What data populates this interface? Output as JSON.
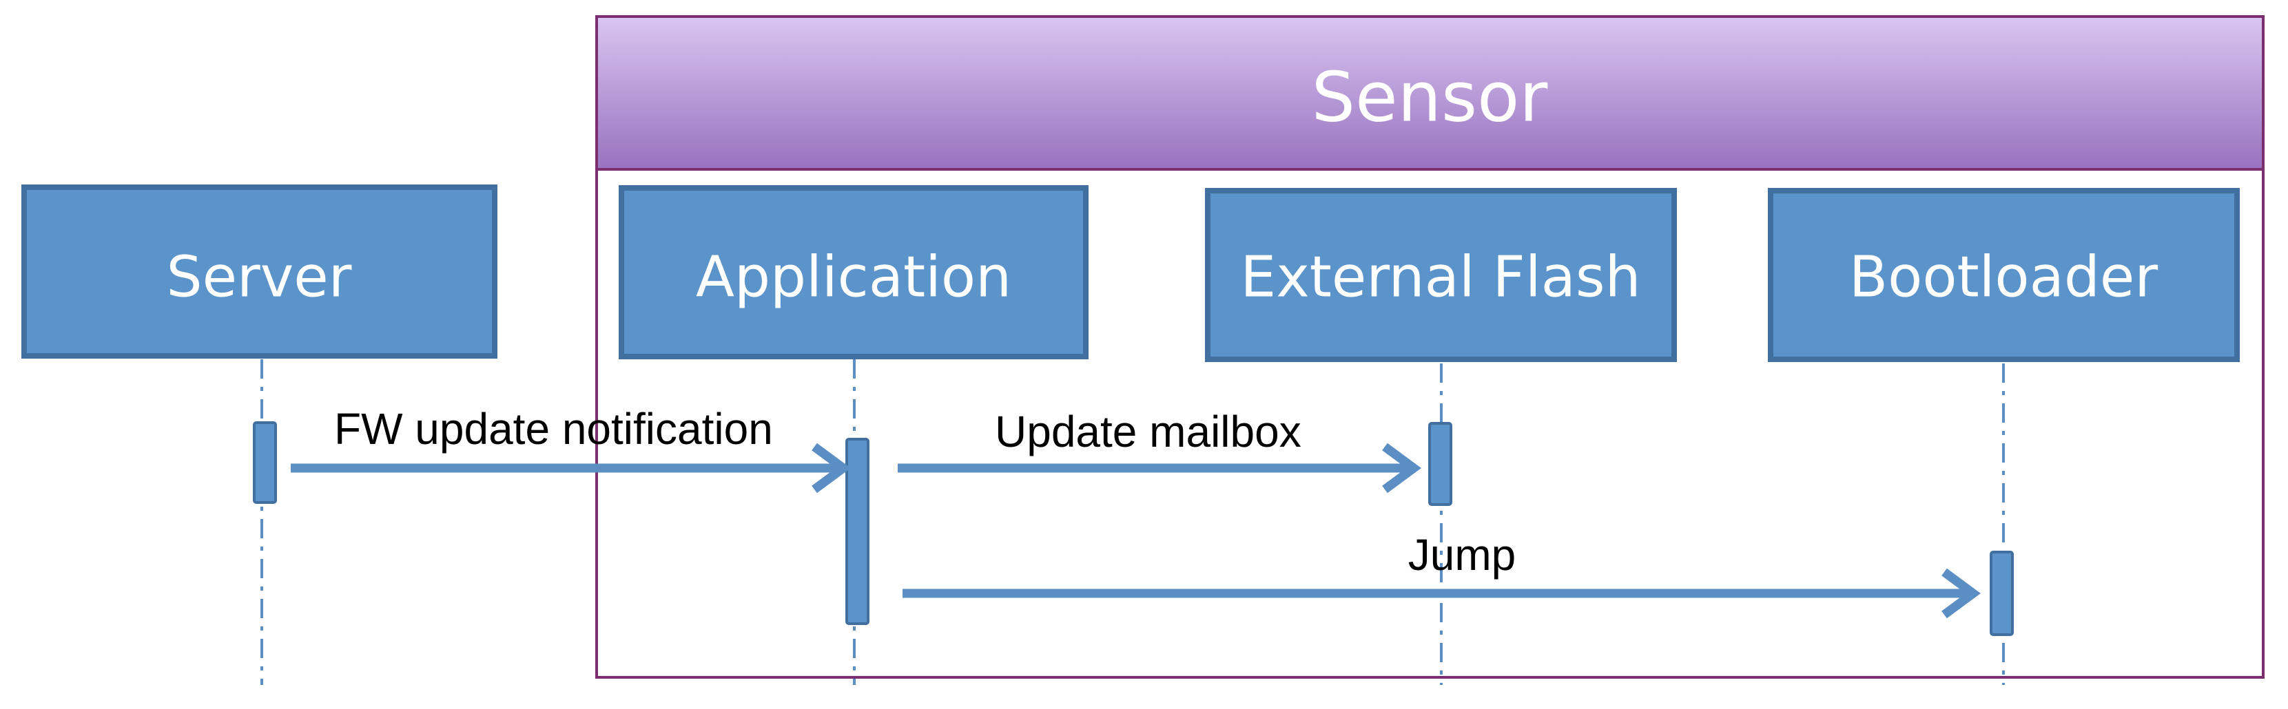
{
  "group": {
    "title": "Sensor"
  },
  "participants": {
    "server": "Server",
    "application": "Application",
    "external_flash": "External Flash",
    "bootloader": "Bootloader"
  },
  "messages": {
    "fw_update": "FW update notification",
    "update_mailbox": "Update mailbox",
    "jump": "Jump"
  },
  "colors": {
    "box_fill": "#5b94ca",
    "box_border": "#416f9f",
    "group_header_top": "#d8c4ef",
    "group_header_bottom": "#9a74c2",
    "group_border": "#7b2f6e",
    "arrow": "#5b8ec2"
  }
}
